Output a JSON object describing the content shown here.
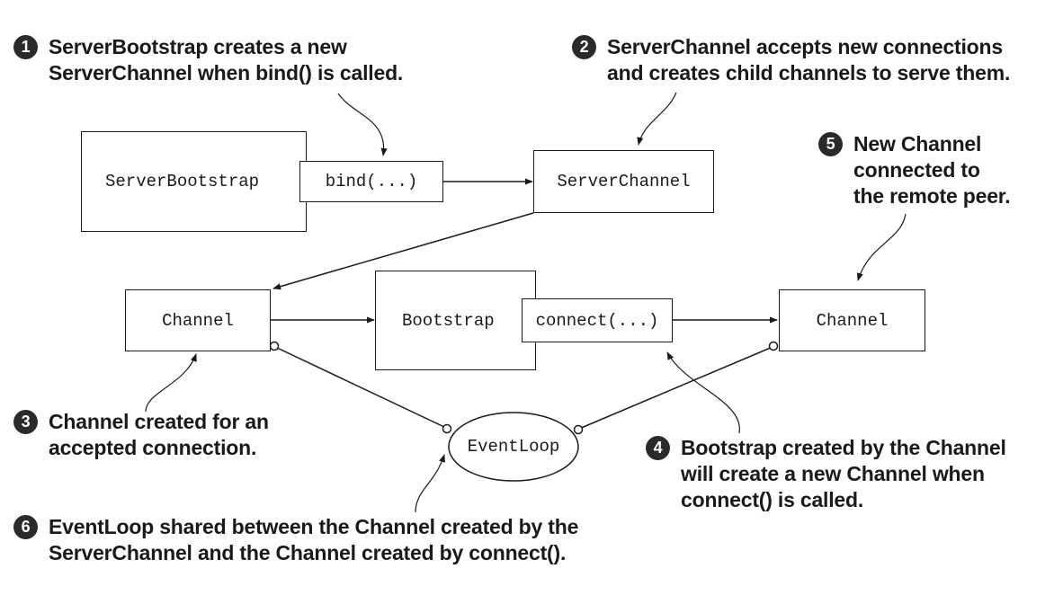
{
  "nodes": {
    "server_bootstrap": "ServerBootstrap",
    "bind": "bind(...)",
    "server_channel": "ServerChannel",
    "channel_left": "Channel",
    "bootstrap": "Bootstrap",
    "connect": "connect(...)",
    "channel_right": "Channel",
    "event_loop": "EventLoop"
  },
  "callouts": [
    {
      "number": "1",
      "lines": [
        "ServerBootstrap creates a new",
        "ServerChannel when bind() is called."
      ]
    },
    {
      "number": "2",
      "lines": [
        "ServerChannel accepts new connections",
        "and creates child channels to serve them."
      ]
    },
    {
      "number": "3",
      "lines": [
        "Channel created for an",
        "accepted connection."
      ]
    },
    {
      "number": "4",
      "lines": [
        "Bootstrap created by the Channel",
        "will create a new Channel when",
        "connect() is called."
      ]
    },
    {
      "number": "5",
      "lines": [
        "New Channel",
        "connected to",
        "the remote peer."
      ]
    },
    {
      "number": "6",
      "lines": [
        "EventLoop shared between the Channel created by the",
        "ServerChannel and the Channel created by connect()."
      ]
    }
  ]
}
